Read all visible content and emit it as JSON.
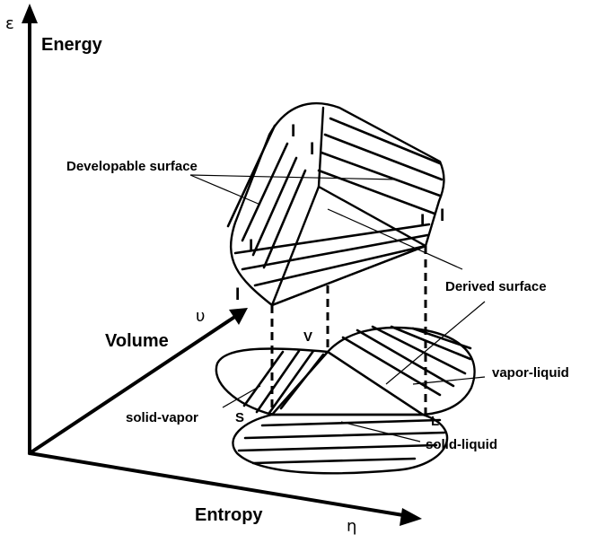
{
  "axes": {
    "energy": {
      "symbol": "ε",
      "label": "Energy"
    },
    "volume": {
      "symbol": "υ",
      "label": "Volume"
    },
    "entropy": {
      "symbol": "η",
      "label": "Entropy"
    }
  },
  "surfaces": {
    "developable": "Developable surface",
    "derived": "Derived surface"
  },
  "phase_labels": {
    "solid_vapor": "solid-vapor",
    "vapor_liquid": "vapor-liquid",
    "solid_liquid": "solid-liquid"
  },
  "points": {
    "S": "S",
    "V": "V",
    "L": "L"
  },
  "line_marks": [
    "I",
    "I",
    "I",
    "I",
    "I",
    "I"
  ],
  "colors": {
    "derived_fill": "#bcdcf5",
    "ink": "#000000"
  }
}
